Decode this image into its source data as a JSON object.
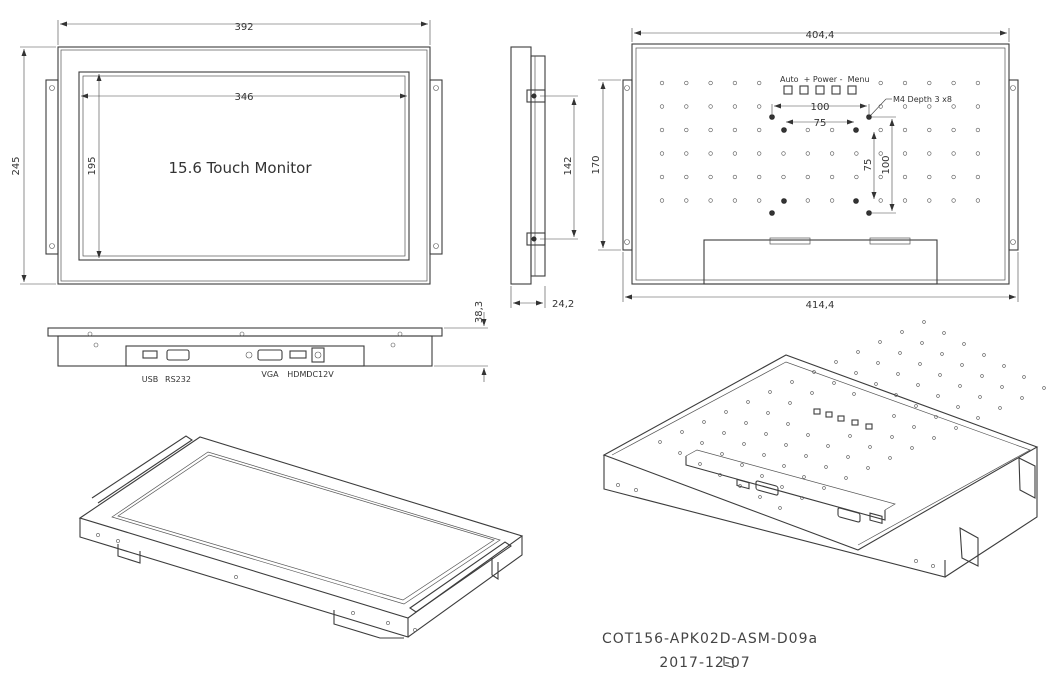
{
  "front_view": {
    "screen_label": "15.6 Touch Monitor",
    "dim_overall_width": "392",
    "dim_active_width": "346",
    "dim_overall_height": "245",
    "dim_active_height": "195"
  },
  "side_view": {
    "dim_hole_spacing": "142",
    "dim_depth": "24,2"
  },
  "rear_view": {
    "button_labels": "Auto  + Power -  Menu",
    "dim_top_width": "404,4",
    "dim_bottom_width": "414,4",
    "dim_height": "170",
    "dim_vesa_100_h": "100",
    "dim_vesa_75_h": "75",
    "dim_vesa_100_v": "100",
    "dim_vesa_75_v": "75",
    "mount_note": "M4 Depth 3 x8"
  },
  "bottom_view": {
    "dim_height": "38,3",
    "port_labels": {
      "usb": "USB",
      "rs232": "RS232",
      "vga": "VGA",
      "hdmi": "HDMI",
      "dc": "DC12V"
    }
  },
  "title_block": {
    "drawing_number": "COT156-APK02D-ASM-D09a",
    "date": "2017-12-07"
  }
}
